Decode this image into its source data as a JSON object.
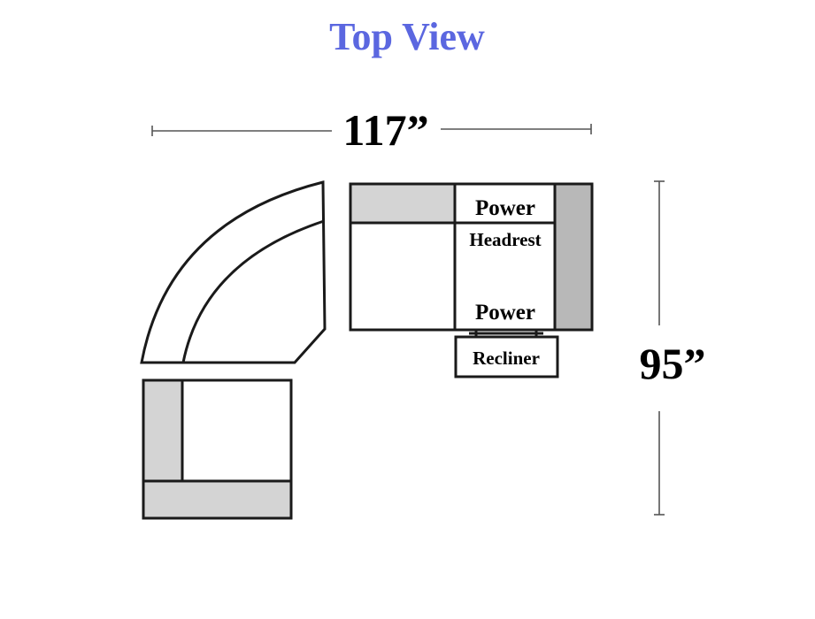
{
  "title": "Top View",
  "dimensions": {
    "width": "117”",
    "depth": "95”"
  },
  "labels": {
    "power_top": "Power",
    "headrest": "Headrest",
    "power_bottom": "Power",
    "recliner": "Recliner"
  },
  "colors": {
    "title": "#5b67e0",
    "cushion_gray": "#d4d4d4",
    "arm_gray": "#b8b8b8"
  }
}
